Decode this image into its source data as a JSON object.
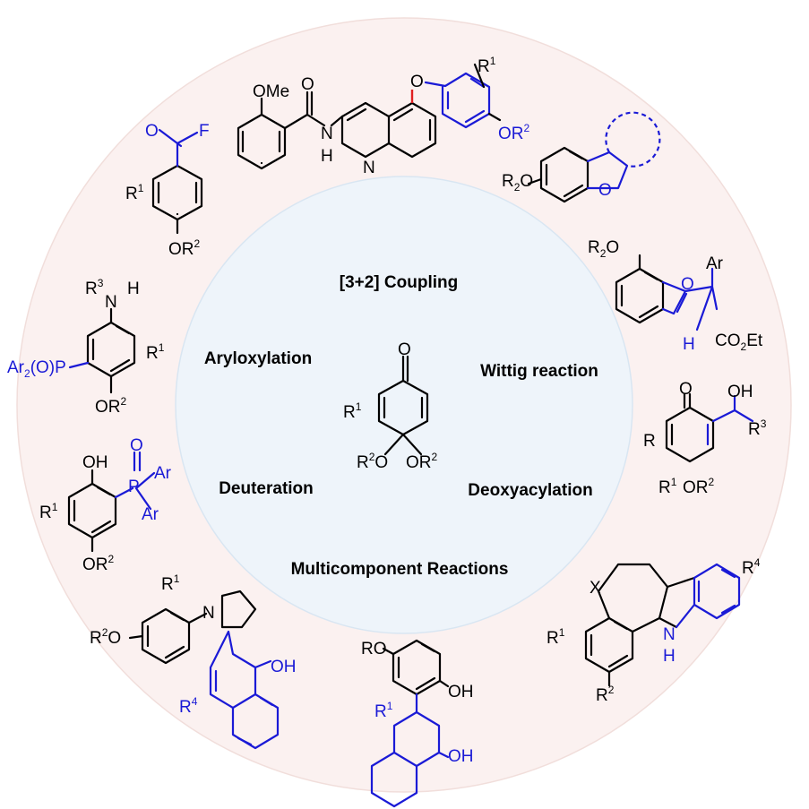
{
  "colors": {
    "outer_ring": "#fbefee",
    "inner_circle": "#eef4fa",
    "black_bonds": "#000000",
    "blue_highlight": "#1a1ad6",
    "red_bond": "#e02020"
  },
  "reactions": {
    "coupling": "[3+2] Coupling",
    "aryloxylation": "Aryloxylation",
    "wittig": "Wittig reaction",
    "deuteration": "Deuteration",
    "deoxyacylation": "Deoxyacylation",
    "multicomponent": "Multicomponent Reactions"
  },
  "center": {
    "O": "O",
    "R1": "R",
    "R1sup": "1",
    "OR2_left": "R",
    "OR2_left_sup": "2",
    "OR2_left_O": "O",
    "OR2_right": "OR",
    "OR2_right_sup": "2"
  },
  "labels": {
    "acylF_O": "O",
    "acylF_F": "F",
    "acylF_R1": "R",
    "acylF_R1sup": "1",
    "acylF_OR2": "OR",
    "acylF_OR2sup": "2",
    "amide_OMe": "OMe",
    "amide_O": "O",
    "amide_N": "N",
    "amide_H": "H",
    "quin_N": "N",
    "ether_O": "O",
    "aryl_R1": "R",
    "aryl_R1sup": "1",
    "aryl_OR2": "OR",
    "aryl_OR2sup": "2",
    "dhbf_R2": "R",
    "dhbf_R2sub": "2",
    "dhbf_O1": "O",
    "dhbf_O2": "O",
    "amine_R3": "R",
    "amine_R3sup": "3",
    "amine_N": "N",
    "amine_H": "H",
    "amine_R1": "R",
    "amine_R1sup": "1",
    "amine_P": "Ar",
    "amine_Psub": "2",
    "amine_Prest": "(O)P",
    "amine_OR2": "OR",
    "amine_OR2sup": "2",
    "bf_R2": "R",
    "bf_R2sub": "2",
    "bf_O1": "O",
    "bf_O2": "O",
    "bf_Ar": "Ar",
    "bf_H": "H",
    "bf_CO2Et": "CO",
    "bf_CO2sub": "2",
    "bf_Et": "Et",
    "phos_OH": "OH",
    "phos_O": "O",
    "phos_P": "P",
    "phos_Ar1": "Ar",
    "phos_Ar2": "Ar",
    "phos_R1": "R",
    "phos_R1sup": "1",
    "phos_OR2": "OR",
    "phos_OR2sup": "2",
    "enone_O": "O",
    "enone_OH": "OH",
    "enone_R3": "R",
    "enone_R3sup": "3",
    "enone_R": "R",
    "enone_R1": "R",
    "enone_R1sup": "1",
    "enone_OR2": "OR",
    "enone_OR2sup": "2",
    "pyr_R1": "R",
    "pyr_R1sup": "1",
    "pyr_R2O": "R",
    "pyr_R2Osup": "2",
    "pyr_O": "O",
    "pyr_N": "N",
    "pyr_OH": "OH",
    "pyr_R4": "R",
    "pyr_R4sup": "4",
    "binol_RO": "RO",
    "binol_OH1": "OH",
    "binol_OH2": "OH",
    "binol_R1": "R",
    "binol_R1sup": "1",
    "ind_X": "X",
    "ind_R4": "R",
    "ind_R4sup": "4",
    "ind_N": "N",
    "ind_H": "H",
    "ind_R1": "R",
    "ind_R1sup": "1",
    "ind_R2": "R",
    "ind_R2sup": "2"
  }
}
